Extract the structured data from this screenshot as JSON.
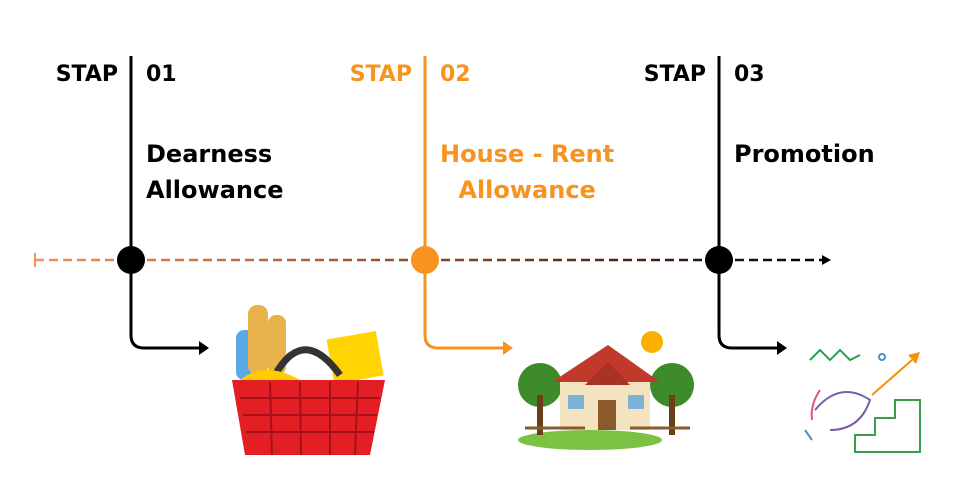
{
  "steps": [
    {
      "stap": "STAP",
      "number": "01",
      "label_line1": "Dearness",
      "label_line2": "Allowance",
      "color": "#000000",
      "illustration": "grocery-basket"
    },
    {
      "stap": "STAP",
      "number": "02",
      "label_line1": "House - Rent",
      "label_line2": "Allowance",
      "color": "#F7931E",
      "illustration": "house"
    },
    {
      "stap": "STAP",
      "number": "03",
      "label_line1": "Promotion",
      "label_line2": "",
      "color": "#000000",
      "illustration": "promotion-stairs"
    }
  ],
  "colors": {
    "orange": "#F7931E",
    "black": "#000000",
    "timeline_start": "#F7925A",
    "timeline_end": "#000000"
  }
}
